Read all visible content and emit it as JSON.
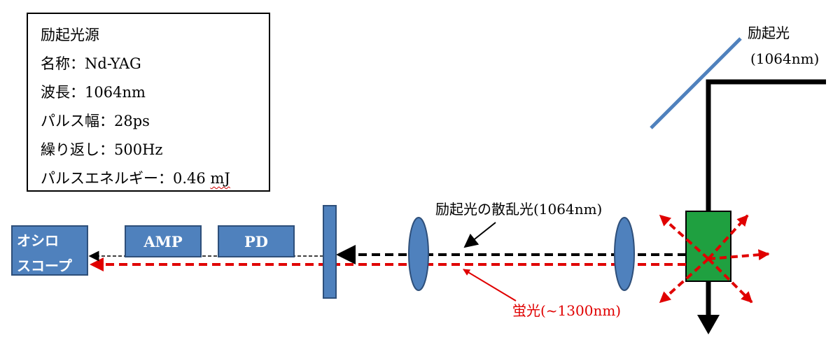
{
  "spec_box": {
    "lines": [
      "励起光源",
      "名称：Nd-YAG",
      "波長：1064nm",
      "パルス幅：28ps",
      "繰り返し：500Hz",
      "パルスエネルギー：0.46 "
    ],
    "energy_unit": "mJ"
  },
  "devices": {
    "oscilloscope": {
      "line1": "オシロ",
      "line2": "スコープ"
    },
    "amp": "AMP",
    "pd": "PD"
  },
  "labels": {
    "excitation": "励起光",
    "excitation_wavelength": "(1064nm)",
    "scattered": "励起光の散乱光(1064nm)",
    "fluorescence": "蛍光(~1300nm)"
  },
  "colors": {
    "device_fill": "#4f81bd",
    "device_border": "#2e4f7a",
    "sample_fill": "#1fa040",
    "mirror": "#4f81bd",
    "fluorescence": "#e00000",
    "beam": "#000000"
  }
}
